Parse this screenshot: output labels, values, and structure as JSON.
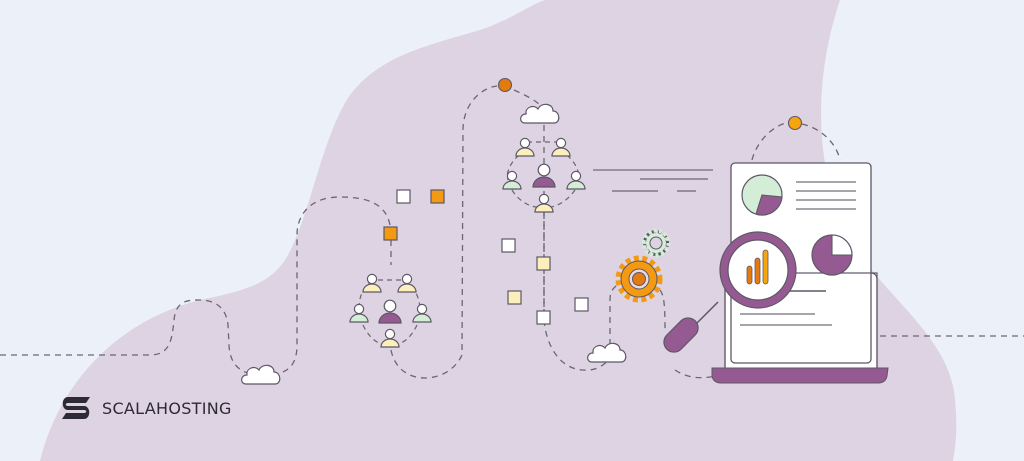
{
  "brand": {
    "name": "SCALAHOSTING",
    "logo_icon": "scalahosting-s-logo-icon"
  },
  "colors": {
    "background": "#ecf0f8",
    "blob": "#ddd3e3",
    "purple": "#955a91",
    "orange": "#f39a12",
    "orange_dark": "#e37b0e",
    "yellow_light": "#fbefbc",
    "mint": "#d3edd7",
    "outline": "#5d5866",
    "dash": "#6b6673",
    "white": "#ffffff"
  },
  "illustration": {
    "elements": [
      "dashed-path",
      "cloud-icon",
      "people-network-icon",
      "square-tiles",
      "gear-icon",
      "report-document",
      "pie-chart-icon",
      "magnifier-bar-chart-icon",
      "laptop-base",
      "node-dot"
    ]
  }
}
